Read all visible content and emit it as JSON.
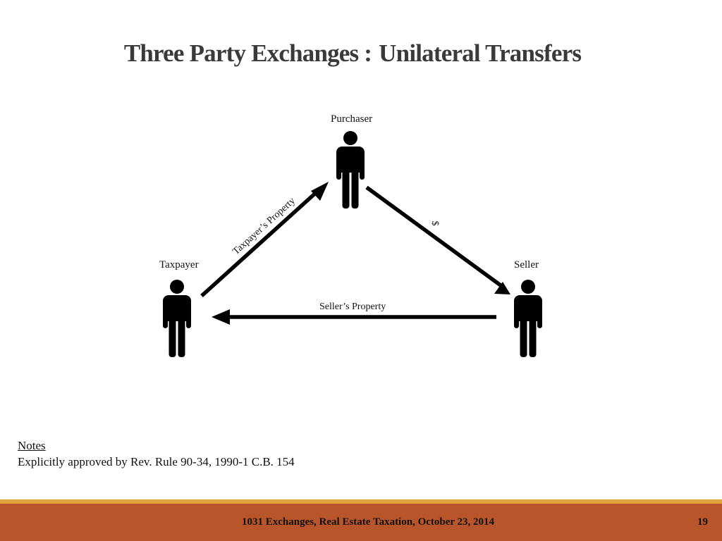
{
  "slide": {
    "title_part1": "Three Party Exchanges :",
    "title_part2": "Unilateral Transfers"
  },
  "diagram": {
    "parties": {
      "purchaser": "Purchaser",
      "taxpayer": "Taxpayer",
      "seller": "Seller"
    },
    "flows": {
      "taxpayer_to_purchaser": "Taxpayer’s Property",
      "purchaser_to_seller": "$",
      "seller_to_taxpayer": "Seller’s Property"
    },
    "icons": {
      "party": "person-icon",
      "flow": "arrow-icon"
    }
  },
  "notes": {
    "heading": "Notes",
    "text": "Explicitly approved by Rev. Rule 90-34, 1990-1 C.B. 154"
  },
  "footer": {
    "text": "1031 Exchanges, Real Estate Taxation, October 23, 2014",
    "page_number": "19"
  },
  "colors": {
    "title": "#3a3a3a",
    "footer_bar": "#b8552a",
    "footer_line": "#e0a43a",
    "figure": "#000000"
  }
}
